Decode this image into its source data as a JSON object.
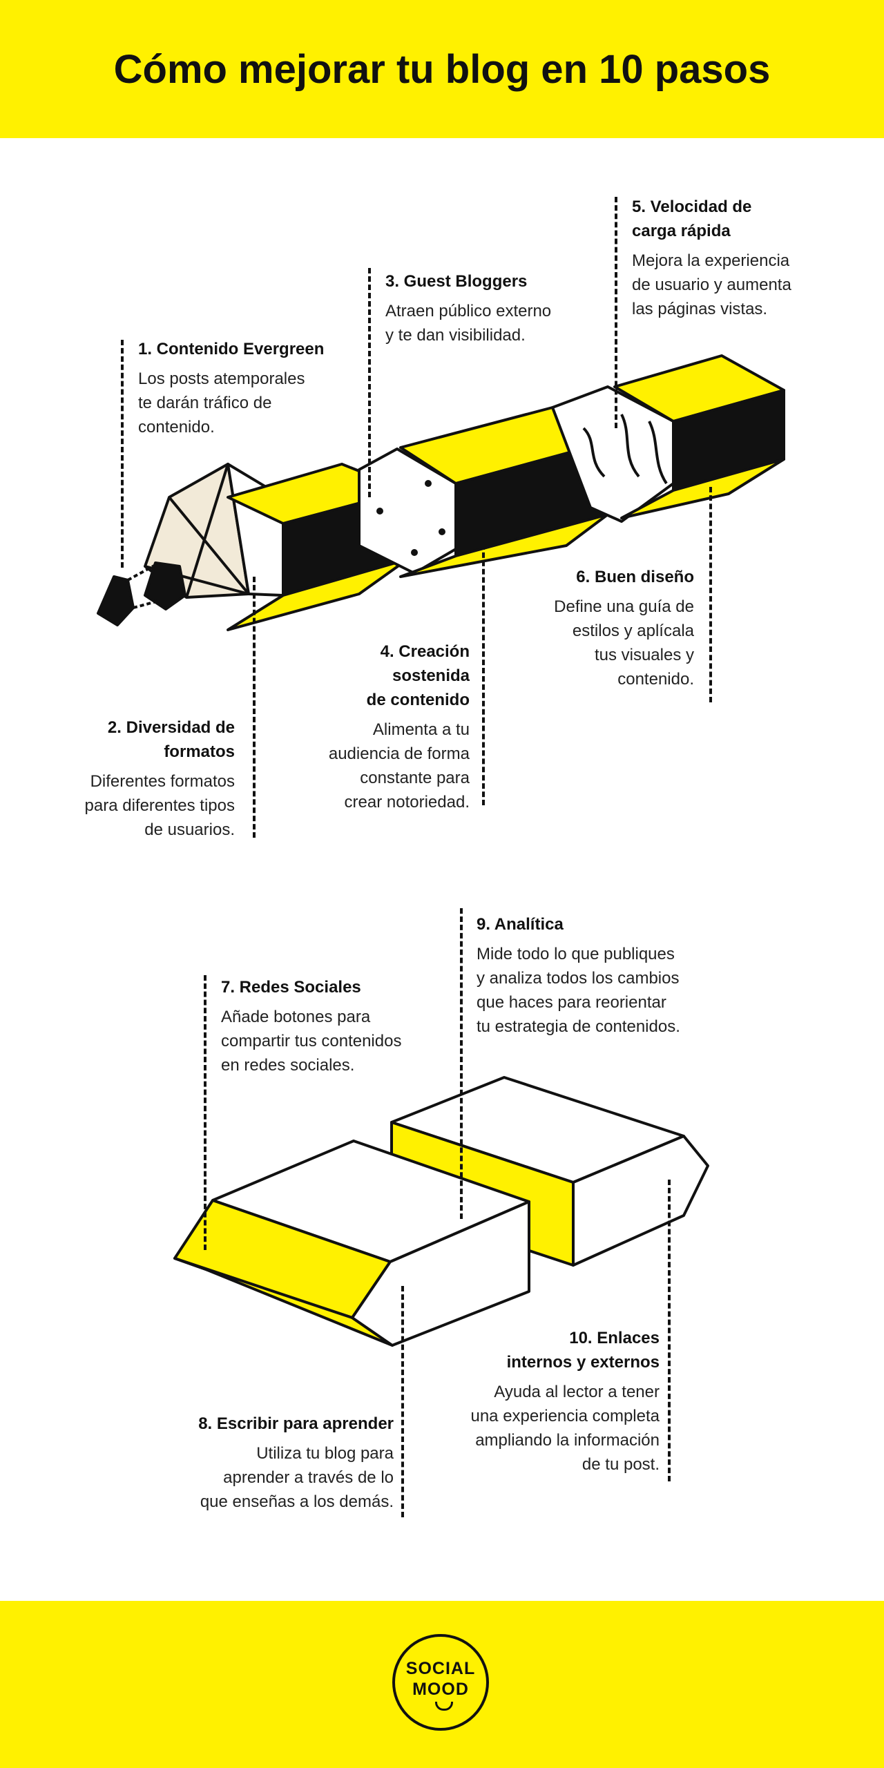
{
  "title": "Cómo mejorar tu blog en 10 pasos",
  "steps": [
    {
      "title": "1. Contenido Evergreen",
      "lines": [
        "Los posts atemporales",
        "te darán tráfico de",
        "contenido."
      ]
    },
    {
      "title_lines": [
        "2. Diversidad de",
        "formatos"
      ],
      "lines": [
        "Diferentes formatos",
        "para diferentes tipos",
        "de usuarios."
      ]
    },
    {
      "title": "3. Guest Bloggers",
      "lines": [
        "Atraen público externo",
        "y te dan visibilidad."
      ]
    },
    {
      "title_lines": [
        "4. Creación",
        "sostenida",
        "de contenido"
      ],
      "lines": [
        "Alimenta a tu",
        "audiencia de forma",
        "constante para",
        "crear notoriedad."
      ]
    },
    {
      "title_lines": [
        "5. Velocidad de",
        "carga rápida"
      ],
      "lines": [
        "Mejora la experiencia",
        "de usuario y aumenta",
        "las páginas vistas."
      ]
    },
    {
      "title": "6. Buen diseño",
      "lines": [
        "Define una guía de",
        "estilos y aplícala",
        "tus visuales y",
        "contenido."
      ]
    },
    {
      "title": "7. Redes Sociales",
      "lines": [
        "Añade botones para",
        "compartir tus contenidos",
        "en redes sociales."
      ]
    },
    {
      "title": "8. Escribir para aprender",
      "lines": [
        "Utiliza tu blog para",
        "aprender a través de lo",
        "que enseñas a los demás."
      ]
    },
    {
      "title": "9. Analítica",
      "lines": [
        "Mide todo lo que publiques",
        "y analiza todos los cambios",
        "que haces para reorientar",
        "tu estrategia de contenidos."
      ]
    },
    {
      "title_lines": [
        "10. Enlaces",
        "internos y externos"
      ],
      "lines": [
        "Ayuda al lector a tener",
        "una experiencia completa",
        "ampliando la información",
        "de tu post."
      ]
    }
  ],
  "logo": {
    "top": "SOCIAL",
    "bottom": "MOOD"
  },
  "colors": {
    "accent": "#fff100",
    "ink": "#111111",
    "cream": "#f2ead8"
  },
  "icons": [
    "pencil-illustration",
    "eraser-illustration",
    "smile-icon"
  ]
}
